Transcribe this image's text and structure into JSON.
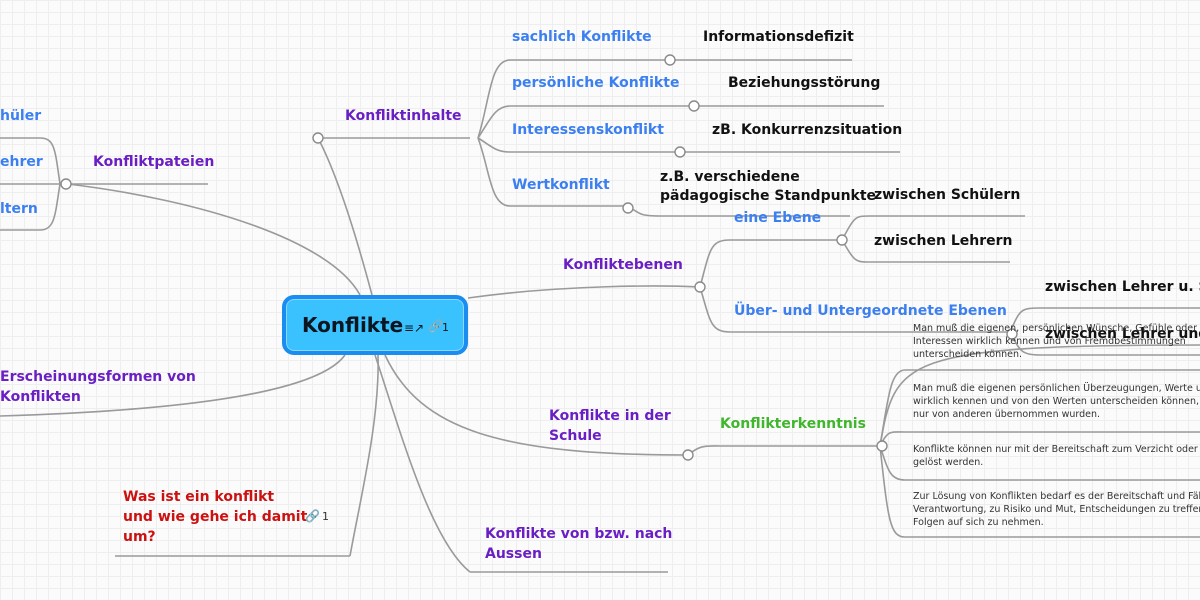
{
  "central": {
    "title": "Konflikte",
    "link_count": "1"
  },
  "konfliktinhalte": {
    "label": "Konfliktinhalte",
    "items": [
      {
        "label": "sachlich Konflikte",
        "child": "Informationsdefizit"
      },
      {
        "label": "persönliche Konflikte",
        "child": "Beziehungsstörung"
      },
      {
        "label": "Interessenskonflikt",
        "child": "zB. Konkurrenzsituation"
      },
      {
        "label": "Wertkonflikt",
        "child_lines": [
          "z.B. verschiedene",
          "pädagogische Standpunkte"
        ]
      }
    ]
  },
  "konfliktparteien": {
    "label": "Konfliktpateien",
    "items": [
      "hüler",
      "ehrer",
      "ltern"
    ]
  },
  "konfliktebenen": {
    "label": "Konfliktebenen",
    "eine_ebene": {
      "label": "eine Ebene",
      "children": [
        "zwischen Schülern",
        "zwischen Lehrern"
      ]
    },
    "ueber_unter": {
      "label": "Über- und Untergeordnete Ebenen",
      "children": [
        "zwischen Lehrer u. Sc",
        "zwischen Lehrer und"
      ]
    }
  },
  "erscheinungsformen": {
    "lines": [
      "Erscheinungsformen von",
      "Konflikten"
    ]
  },
  "was_ist": {
    "lines": [
      "Was ist ein konflikt",
      "und wie gehe ich damit",
      "um?"
    ],
    "link_count": "1"
  },
  "schule": {
    "lines": [
      "Konflikte in der",
      "Schule"
    ],
    "konflikterkenntnis": {
      "label": "Konflikterkenntnis",
      "notes": [
        [
          "Man muß die eigenen, persönlichen Wünsche, Gefühle oder",
          "Interessen wirklich kennen und von Fremdbestimmungen",
          "unterscheiden können."
        ],
        [
          "Man muß die eigenen persönlichen Überzeugungen, Werte u",
          "wirklich kennen und von den Werten unterscheiden können, d",
          "nur von anderen übernommen wurden."
        ],
        [
          "Konflikte können nur mit der Bereitschaft zum Verzicht oder z",
          "gelöst werden."
        ],
        [
          "Zur Lösung von Konflikten bedarf es der Bereitschaft und Fäh",
          "Verantwortung, zu Risiko und Mut, Entscheidungen zu treffen",
          "Folgen auf sich zu nehmen."
        ]
      ]
    }
  },
  "aussen": {
    "lines": [
      "Konflikte von bzw. nach",
      "Aussen"
    ]
  },
  "colors": {
    "purple": "#6a1fc4",
    "blue": "#3b7ff0",
    "green": "#3fb62c",
    "red": "#cc1111",
    "central_fill": "#3ac2ff",
    "central_border": "#1a8df0",
    "line": "#9a9a9a"
  },
  "icons": [
    "note-icon",
    "link-icon"
  ]
}
